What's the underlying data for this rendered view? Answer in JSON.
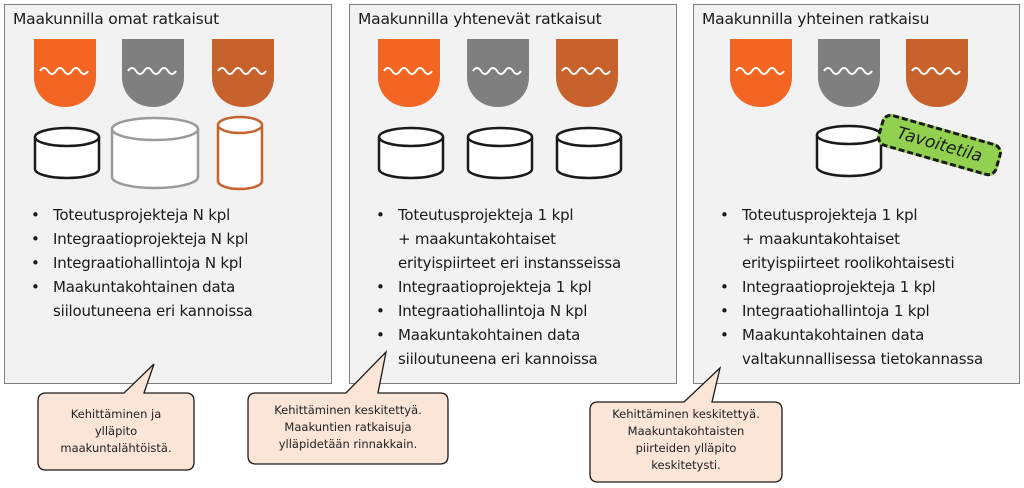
{
  "colors": {
    "panel_bg": "#f2f2f2",
    "panel_border": "#7f7f7f",
    "orange": "#f26522",
    "dark_orange": "#c8622d",
    "gray": "#7f7f7f",
    "db_outline": "#1a1a1a",
    "db_light_outline": "#9a9a9a",
    "callout_bg": "#fbe5d6",
    "goal_green": "#92d050"
  },
  "panels": [
    {
      "title": "Maakunnilla omat ratkaisut",
      "bullets": [
        [
          "Toteutusprojekteja N kpl"
        ],
        [
          "Integraatioprojekteja N kpl"
        ],
        [
          "Integraatiohallintoja N kpl"
        ],
        [
          "Maakuntakohtainen data",
          "siiloutuneena eri kannoissa"
        ]
      ]
    },
    {
      "title": "Maakunnilla yhtenevät ratkaisut",
      "bullets": [
        [
          "Toteutusprojekteja 1 kpl",
          "+ maakuntakohtaiset",
          "erityispiirteet eri instansseissa"
        ],
        [
          "Integraatioprojekteja 1 kpl"
        ],
        [
          "Integraatiohallintoja N kpl"
        ],
        [
          "Maakuntakohtainen data",
          "siiloutuneena eri kannoissa"
        ]
      ]
    },
    {
      "title": "Maakunnilla yhteinen ratkaisu",
      "bullets": [
        [
          "Toteutusprojekteja 1 kpl",
          "+ maakuntakohtaiset",
          "erityispiirteet roolikohtaisesti"
        ],
        [
          "Integraatioprojekteja 1 kpl"
        ],
        [
          "Integraatiohallintoja 1 kpl"
        ],
        [
          "Maakuntakohtainen data",
          "valtakunnallisessa tietokannassa"
        ]
      ]
    }
  ],
  "callouts": [
    {
      "lines": [
        "Kehittäminen ja",
        "ylläpito",
        "maakuntalähtöistä."
      ]
    },
    {
      "lines": [
        "Kehittäminen keskitettyä.",
        "Maakuntien ratkaisuja",
        "ylläpidetään rinnakkain."
      ]
    },
    {
      "lines": [
        "Kehittäminen keskitettyä.",
        "Maakuntakohtaisten",
        "piirteiden ylläpito",
        "keskitetysti."
      ]
    }
  ],
  "goal_label": "Tavoitetila"
}
